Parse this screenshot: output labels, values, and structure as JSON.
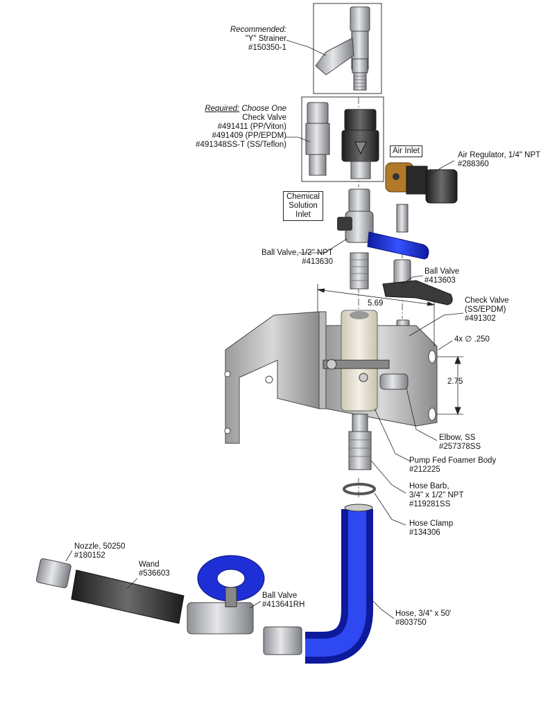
{
  "labels": {
    "strainer": {
      "line1": "Recommended:",
      "line2": "\"Y\" Strainer",
      "line3": "#150350-1"
    },
    "check_valve_choice": {
      "line1a": "Required:",
      "line1b": " Choose One",
      "line2": "Check Valve",
      "line3": "#491411 (PP/Viton)",
      "line4": "#491409 (PP/EPDM)",
      "line5": "#491348SS-T (SS/Teflon)"
    },
    "air_inlet": "Air Inlet",
    "air_regulator": {
      "line1": "Air Regulator, 1/4\" NPT",
      "line2": "#288360"
    },
    "chemical_inlet": {
      "line1": "Chemical",
      "line2": "Solution",
      "line3": "Inlet"
    },
    "ball_valve_half": {
      "line1": "Ball Valve, 1/2\" NPT",
      "line2": "#413630"
    },
    "ball_valve_small": {
      "line1": "Ball Valve",
      "line2": "#413603"
    },
    "check_valve_ss": {
      "line1": "Check Valve",
      "line2": "(SS/EPDM)",
      "line3": "#491302"
    },
    "holes": "4x  ∅ .250",
    "elbow": {
      "line1": "Elbow, SS",
      "line2": "#257378SS"
    },
    "foamer_body": {
      "line1": "Pump Fed Foamer Body",
      "line2": "#212225"
    },
    "hose_barb": {
      "line1": "Hose Barb,",
      "line2": "3/4\"  x 1/2\" NPT",
      "line3": "#119281SS"
    },
    "hose_clamp": {
      "line1": "Hose Clamp",
      "line2": "#134306"
    },
    "hose": {
      "line1": "Hose, 3/4\" x 50'",
      "line2": "#803750"
    },
    "nozzle": {
      "line1": "Nozzle, 50250",
      "line2": "#180152"
    },
    "wand": {
      "line1": "Wand",
      "line2": "#536603"
    },
    "ball_valve_rh": {
      "line1": "Ball Valve",
      "line2": "#413641RH"
    }
  },
  "dimensions": {
    "width": "5.69",
    "height": "2.75"
  },
  "colors": {
    "blue": "#1f2fd6",
    "stainless": "#b9bcc0",
    "body": "#e9e4d6",
    "brass": "#b07a2a",
    "dark": "#3a3a3a"
  }
}
